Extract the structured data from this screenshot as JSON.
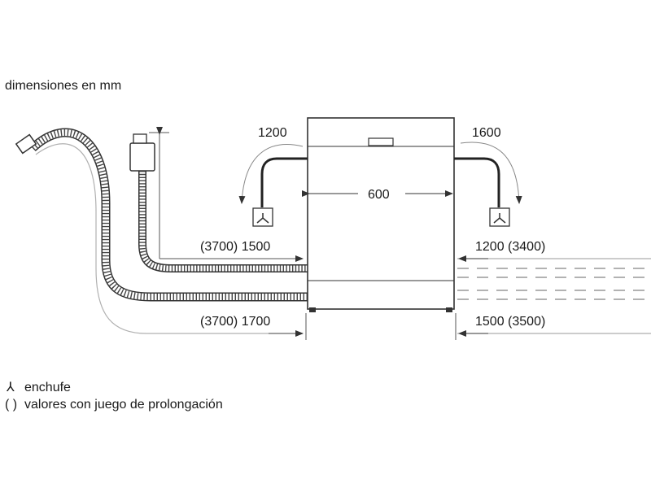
{
  "title": "dimensiones en mm",
  "dimensions": {
    "width": "600",
    "power_cord_left": "1200",
    "power_cord_right": "1600",
    "inlet_left": "(3700) 1500",
    "drain_left": "(3700) 1700",
    "inlet_right": "1200 (3400)",
    "drain_right": "1500 (3500)"
  },
  "legend": {
    "socket_symbol": "⅄",
    "socket_text": "enchufe",
    "extension_symbol": "( )",
    "extension_text": "valores con juego de prolongación"
  },
  "icons": [
    "socket-icon",
    "water-tap-icon",
    "dishwasher-icon",
    "hose-icon"
  ]
}
